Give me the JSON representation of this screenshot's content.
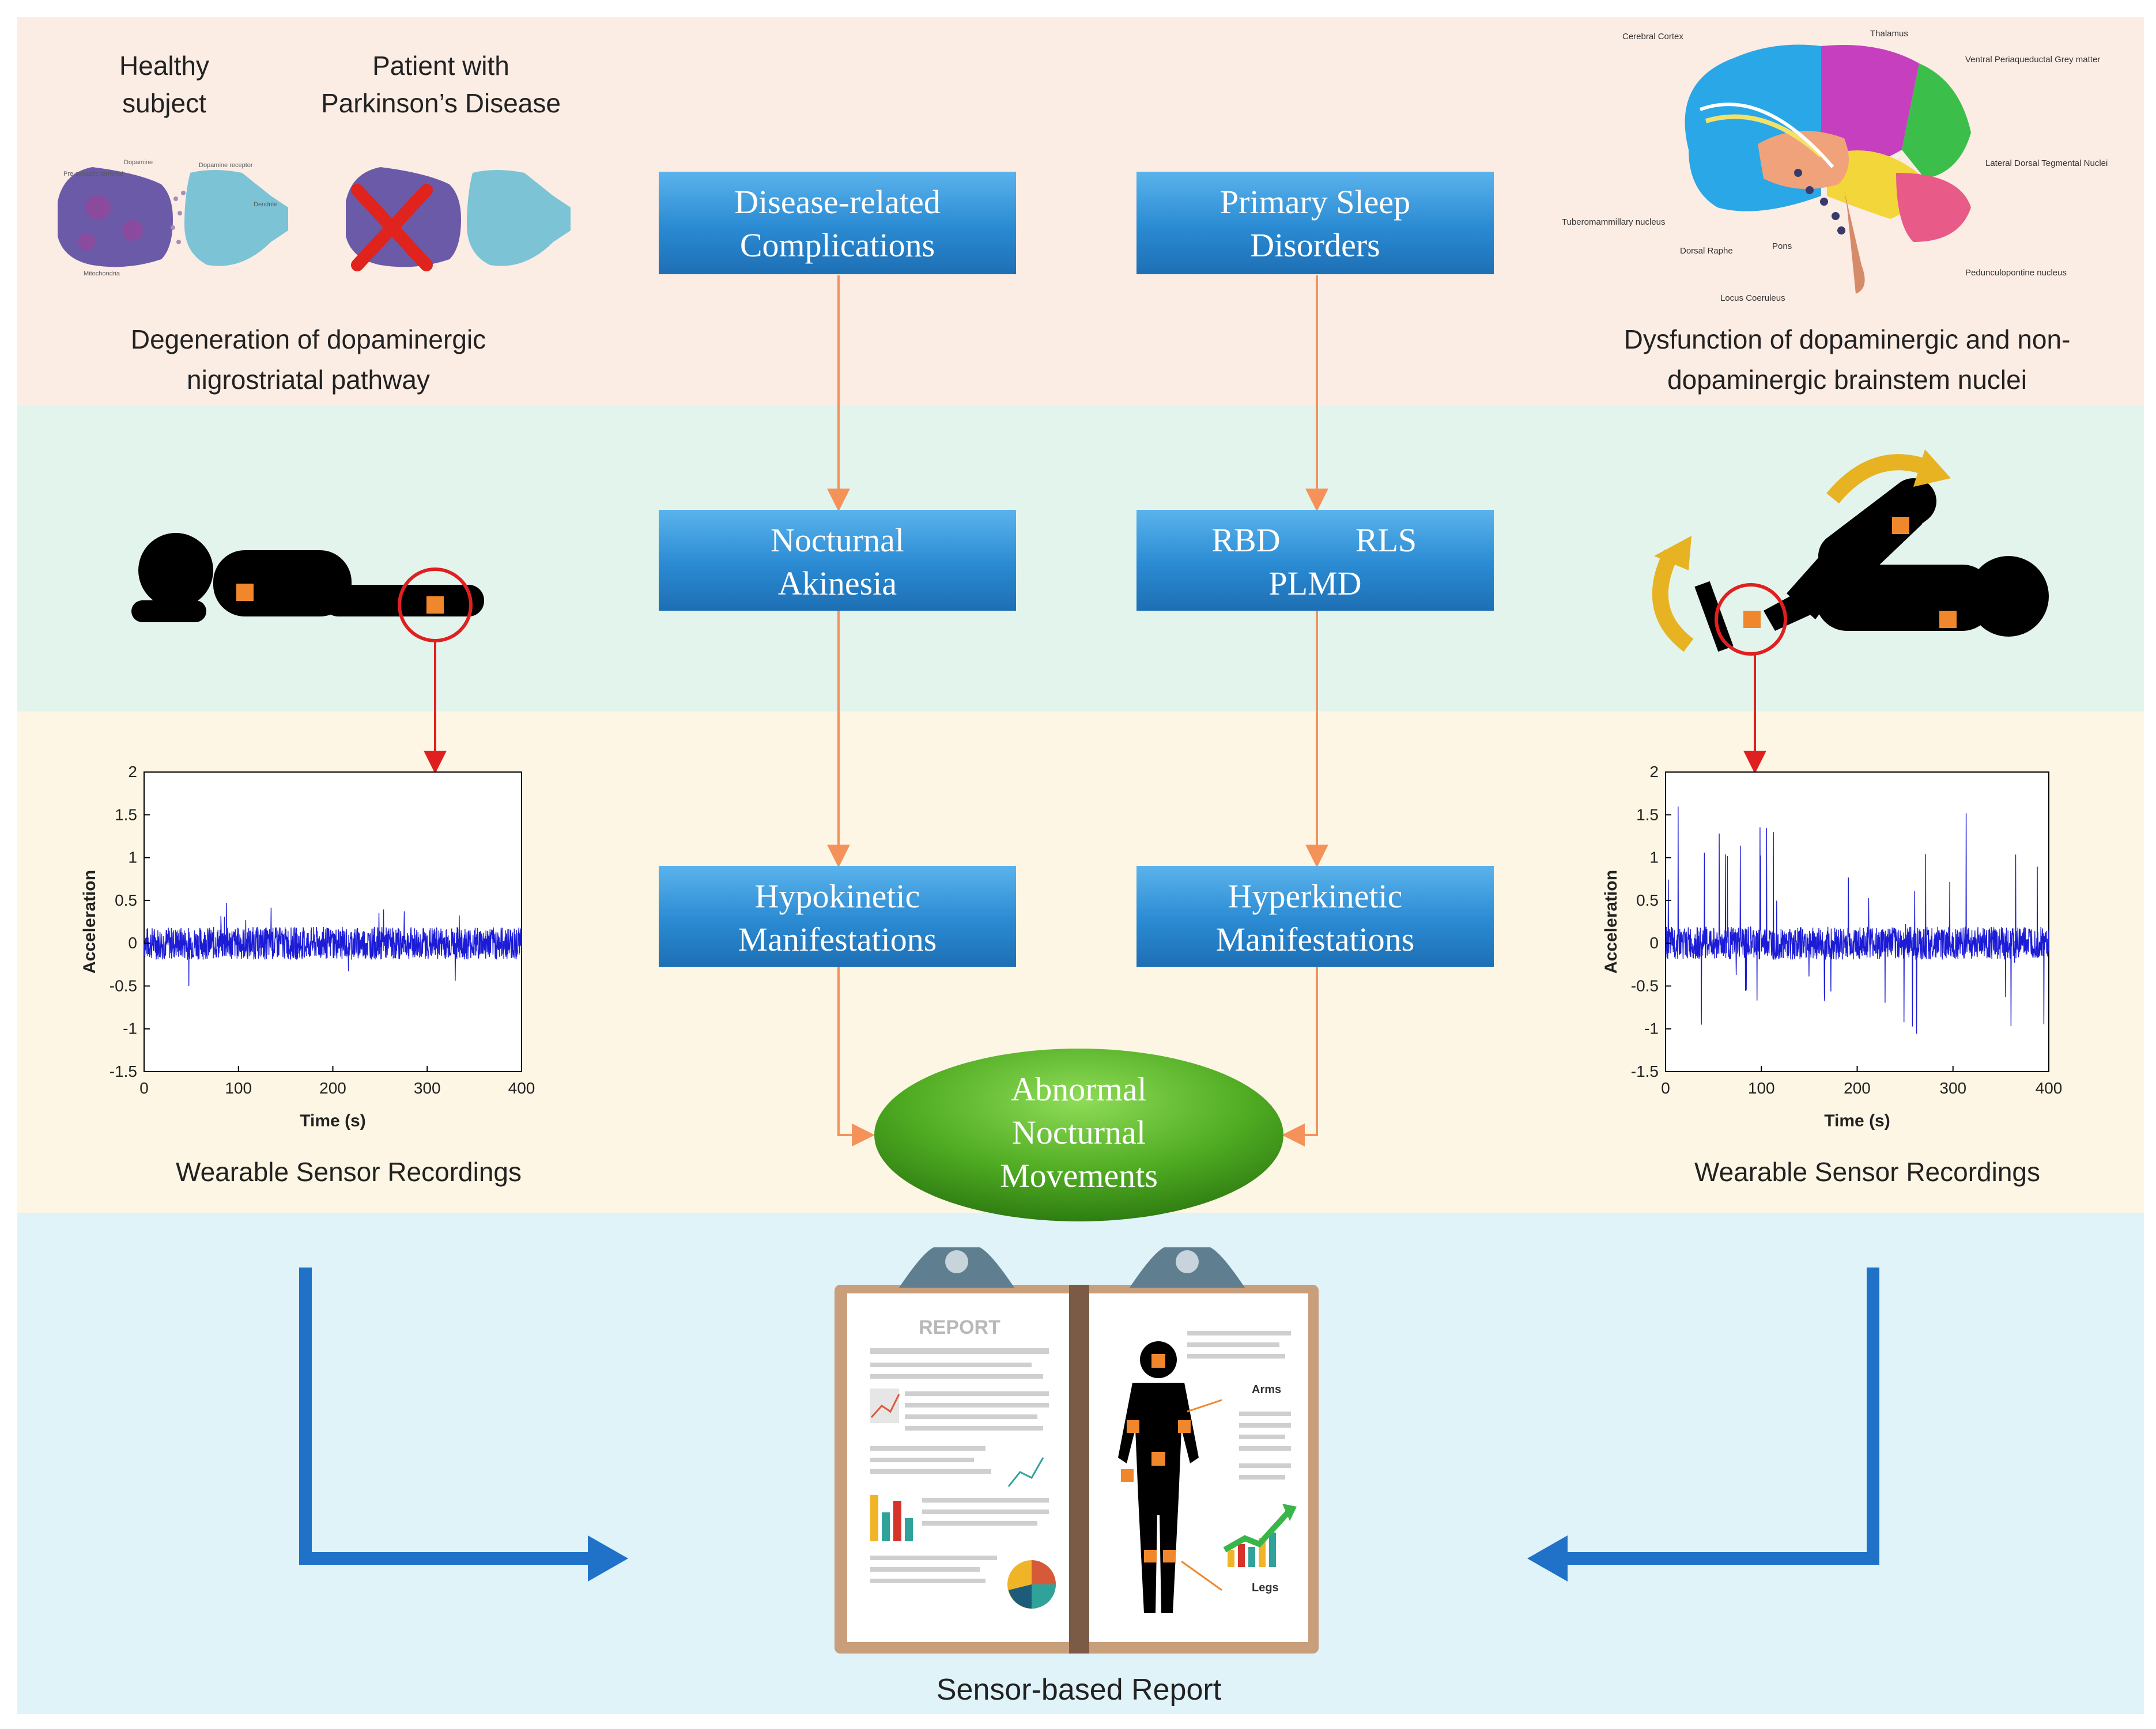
{
  "top_left": {
    "healthy_label_line1": "Healthy",
    "healthy_label_line2": "subject",
    "patient_label_line1": "Patient with",
    "patient_label_line2": "Parkinson’s Disease",
    "caption_line1": "Degeneration of dopaminergic",
    "caption_line2": "nigrostriatal pathway",
    "synapse_labels": [
      "Pre-synaptic terminal",
      "Dopamine",
      "Dopamine receptor",
      "Dendrite",
      "Mitochondria"
    ]
  },
  "top_right": {
    "brain_labels": [
      "Cerebral Cortex",
      "Thalamus",
      "Ventral Periaqueductal Grey matter",
      "Lateral Dorsal Tegmental Nuclei",
      "Tuberomammillary nucleus",
      "Dorsal Raphe",
      "Pons",
      "Pedunculopontine  nucleus",
      "Locus Coeruleus"
    ],
    "caption_line1": "Dysfunction of dopaminergic and non-",
    "caption_line2": "dopaminergic brainstem nuclei"
  },
  "flow": {
    "box_disease_line1": "Disease-related",
    "box_disease_line2": "Complications",
    "box_primary_line1": "Primary Sleep",
    "box_primary_line2": "Disorders",
    "box_akinesia_line1": "Nocturnal",
    "box_akinesia_line2": "Akinesia",
    "box_rbd": "RBD",
    "box_rls": "RLS",
    "box_plmd": "PLMD",
    "box_hypo_line1": "Hypokinetic",
    "box_hypo_line2": "Manifestations",
    "box_hyper_line1": "Hyperkinetic",
    "box_hyper_line2": "Manifestations",
    "ellipse_line1": "Abnormal",
    "ellipse_line2": "Nocturnal",
    "ellipse_line3": "Movements"
  },
  "plots": {
    "ylabel": "Acceleration",
    "xlabel": "Time (s)",
    "yticks": [
      "2",
      "1.5",
      "1",
      "0.5",
      "0",
      "-0.5",
      "-1",
      "-1.5"
    ],
    "xticks": [
      "0",
      "100",
      "200",
      "300",
      "400"
    ],
    "left_caption": "Wearable Sensor Recordings",
    "right_caption": "Wearable Sensor Recordings"
  },
  "report": {
    "title": "REPORT",
    "arms_label": "Arms",
    "legs_label": "Legs",
    "caption": "Sensor-based Report"
  },
  "chart_data": [
    {
      "type": "line",
      "title": "",
      "xlabel": "Time (s)",
      "ylabel": "Acceleration",
      "xlim": [
        0,
        400
      ],
      "ylim": [
        -1.5,
        2
      ],
      "series": [
        {
          "values_description_amplitude": 0.12,
          "spike_max": 0.5,
          "spike_min": -0.5
        }
      ]
    },
    {
      "type": "line",
      "title": "",
      "xlabel": "Time (s)",
      "ylabel": "Acceleration",
      "xlim": [
        0,
        400
      ],
      "ylim": [
        -1.5,
        2
      ],
      "series": [
        {
          "values_description_amplitude": 0.12,
          "spike_max": 1.8,
          "spike_min": -1.1
        }
      ]
    }
  ],
  "colors": {
    "band_top": "#fbece4",
    "band_mid": "#e3f4ec",
    "band_low": "#fdf6e4",
    "band_bottom": "#dff3f9",
    "box_blue": "#2b8bd0",
    "arrow_orange": "#f4925a",
    "signal_blue": "#1c1cd6",
    "ellipse_green": "#4aa821",
    "big_arrow_blue": "#1f72c8"
  }
}
